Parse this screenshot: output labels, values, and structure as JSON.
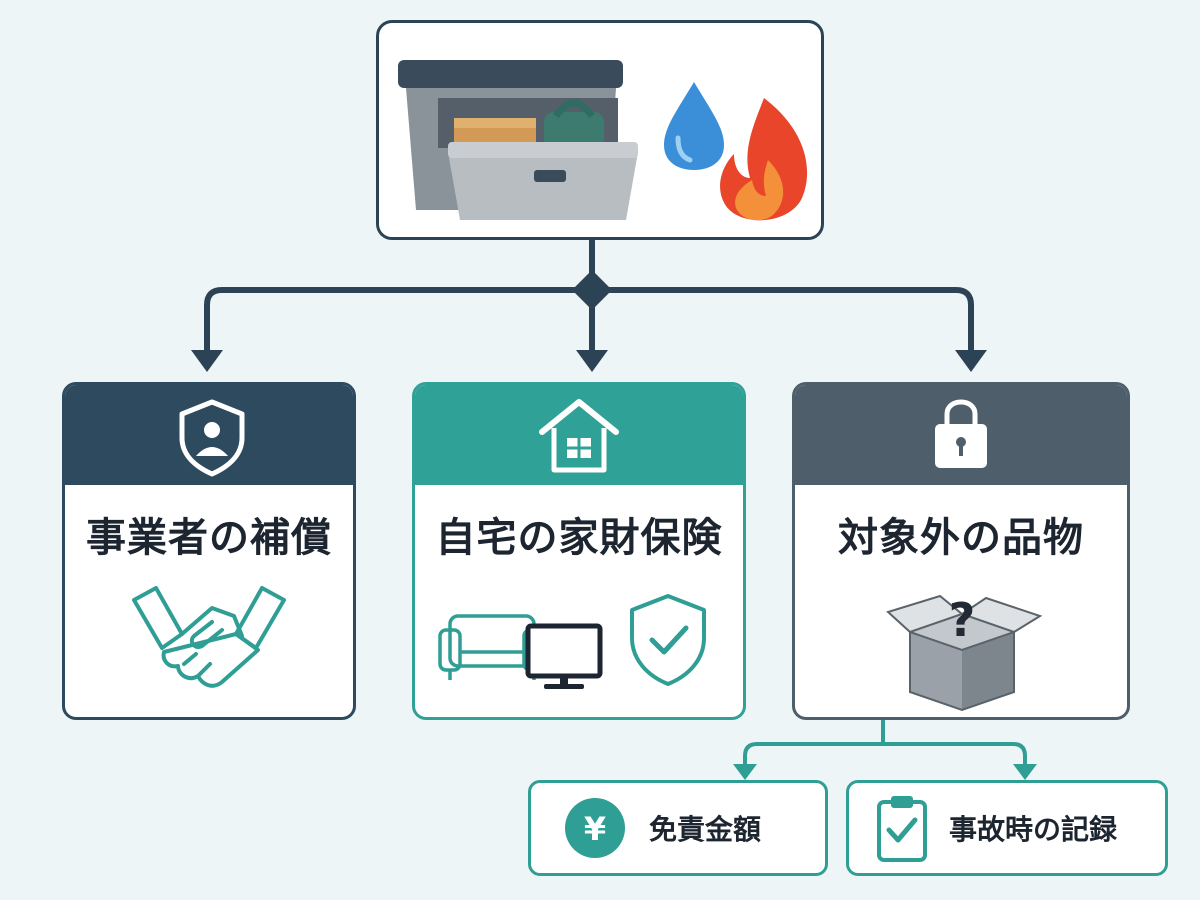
{
  "cards": [
    {
      "title": "事業者の補償",
      "header_icon": "shield-person-icon",
      "body_icon": "handshake-icon",
      "header_color": "#2e4a5e",
      "border_color": "#2e4a5e"
    },
    {
      "title": "自宅の家財保険",
      "header_icon": "house-icon",
      "body_icons": [
        "sofa-icon",
        "monitor-icon",
        "shield-check-icon"
      ],
      "header_color": "#30a196",
      "border_color": "#30a196"
    },
    {
      "title": "対象外の品物",
      "header_icon": "padlock-icon",
      "body_icon": "mystery-box-icon",
      "header_color": "#4f5e6b",
      "border_color": "#4f5e6b"
    }
  ],
  "sub_items": [
    {
      "label": "免責金額",
      "icon": "yen-icon"
    },
    {
      "label": "事故時の記録",
      "icon": "clipboard-check-icon"
    }
  ],
  "top_icons": [
    "storage-bin-icon",
    "water-drop-icon",
    "fire-icon"
  ],
  "colors": {
    "navy": "#2c4356",
    "teal": "#2f9e94",
    "slate": "#4f5e6b",
    "background": "#eef5f6"
  }
}
